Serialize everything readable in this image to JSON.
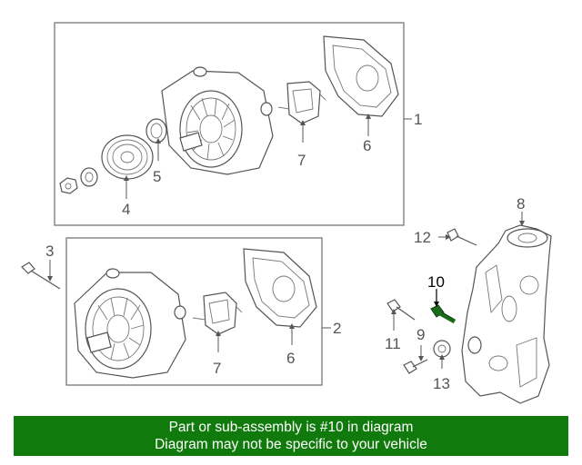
{
  "callouts": {
    "c1": "1",
    "c2": "2",
    "c3": "3",
    "c4": "4",
    "c5": "5",
    "c6a": "6",
    "c6b": "6",
    "c7a": "7",
    "c7b": "7",
    "c8": "8",
    "c9": "9",
    "c10": "10",
    "c11": "11",
    "c12": "12",
    "c13": "13"
  },
  "highlight_part": "10",
  "colors": {
    "highlight_part": "#1a6b1a",
    "banner_background": "#117a0d",
    "banner_text": "#ffffff"
  },
  "banner": {
    "line1": "Part or sub-assembly is #10 in diagram",
    "line2": "Diagram may not be specific to your vehicle"
  }
}
